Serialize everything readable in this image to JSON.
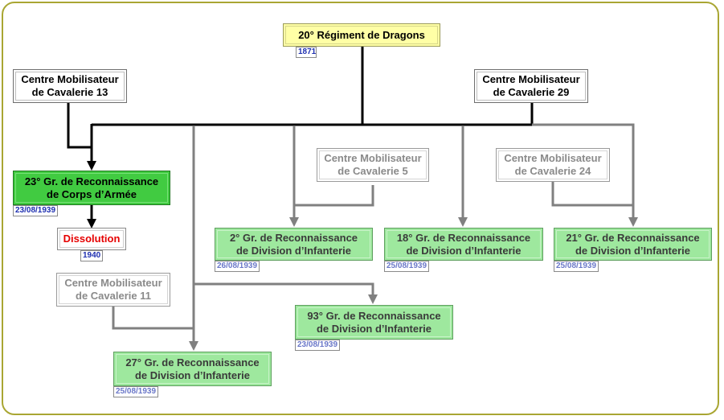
{
  "nodes": {
    "root": "20° Régiment de Dragons",
    "cm13": "Centre Mobilisateur\nde Cavalerie 13",
    "cm29": "Centre Mobilisateur\nde Cavalerie 29",
    "cm5": "Centre Mobilisateur\nde Cavalerie 5",
    "cm24": "Centre Mobilisateur\nde Cavalerie 24",
    "cm11": "Centre Mobilisateur\nde Cavalerie 11",
    "gr23": "23° Gr. de Reconnaissance\nde Corps d’Armée",
    "dissolution": "Dissolution",
    "gr2": "2° Gr. de Reconnaissance\nde Division d’Infanterie",
    "gr18": "18° Gr. de Reconnaissance\nde Division d’Infanterie",
    "gr21": "21° Gr. de Reconnaissance\nde Division d’Infanterie",
    "gr93": "93° Gr. de Reconnaissance\nde Division d’Infanterie",
    "gr27": "27° Gr. de Reconnaissance\nde Division d’Infanterie"
  },
  "dates": {
    "root": "1871",
    "gr23": "23/08/1939",
    "dissolution": "1940",
    "gr2": "26/08/1939",
    "gr18": "25/08/1939",
    "gr21": "25/08/1939",
    "gr93": "23/08/1939",
    "gr27": "25/08/1939"
  },
  "colors": {
    "frame": "#a9a633",
    "root_fill": "#ffffa6",
    "active_group_fill": "#41cb41",
    "group_fill": "#9ee89e",
    "dissolution_text": "#e60000",
    "date_text": "#1e2fb0",
    "link_main": "#000000",
    "link_secondary": "#808080"
  }
}
